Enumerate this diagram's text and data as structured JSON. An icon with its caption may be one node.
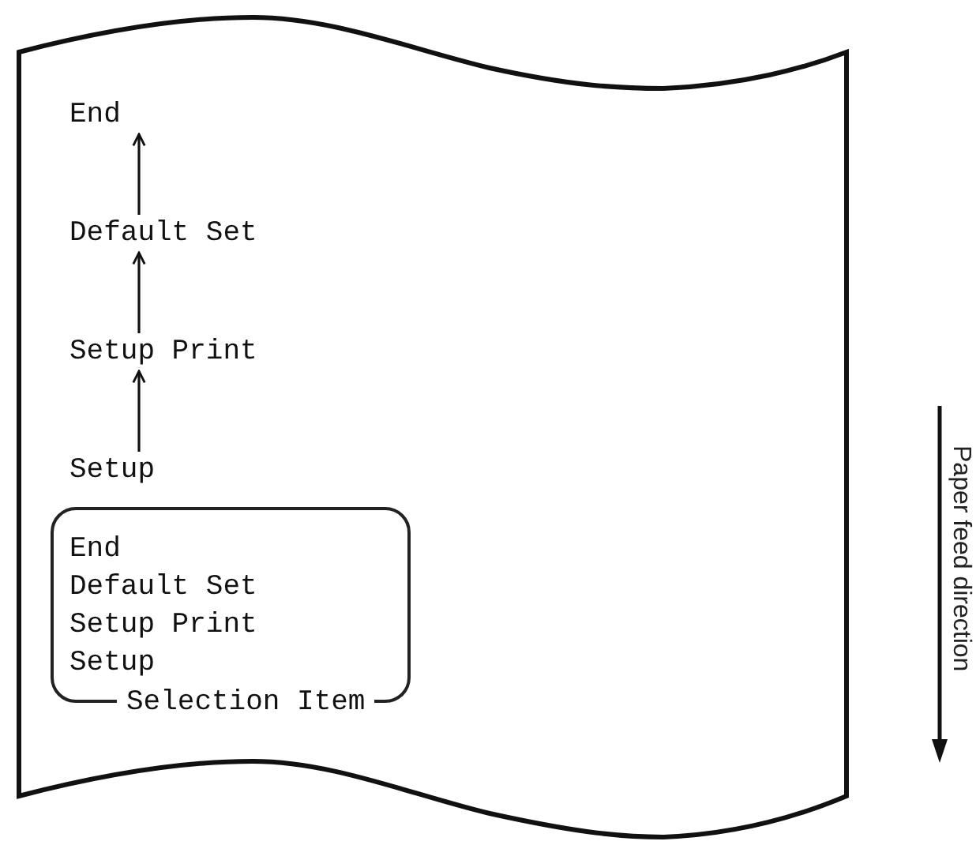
{
  "diagram": {
    "nodes": [
      {
        "text": [],
        "shape": "paper"
      },
      {
        "text": [
          "End"
        ],
        "in": 0
      },
      {
        "text": [
          "Default Set"
        ],
        "in": 0
      },
      {
        "text": [
          "Setup Print"
        ],
        "in": 0
      },
      {
        "text": [
          "Setup"
        ],
        "in": 0
      },
      {
        "text": [
          "End",
          "Default Set",
          "Setup Print",
          "Setup",
          "Selection Item"
        ],
        "in": 0
      }
    ],
    "edges": [
      {
        "from": 2,
        "to": 1,
        "arrow": "to"
      },
      {
        "from": 3,
        "to": 2,
        "arrow": "to"
      },
      {
        "from": 4,
        "to": 3,
        "arrow": "to"
      }
    ],
    "labels": [
      "Paper feed direction"
    ]
  }
}
